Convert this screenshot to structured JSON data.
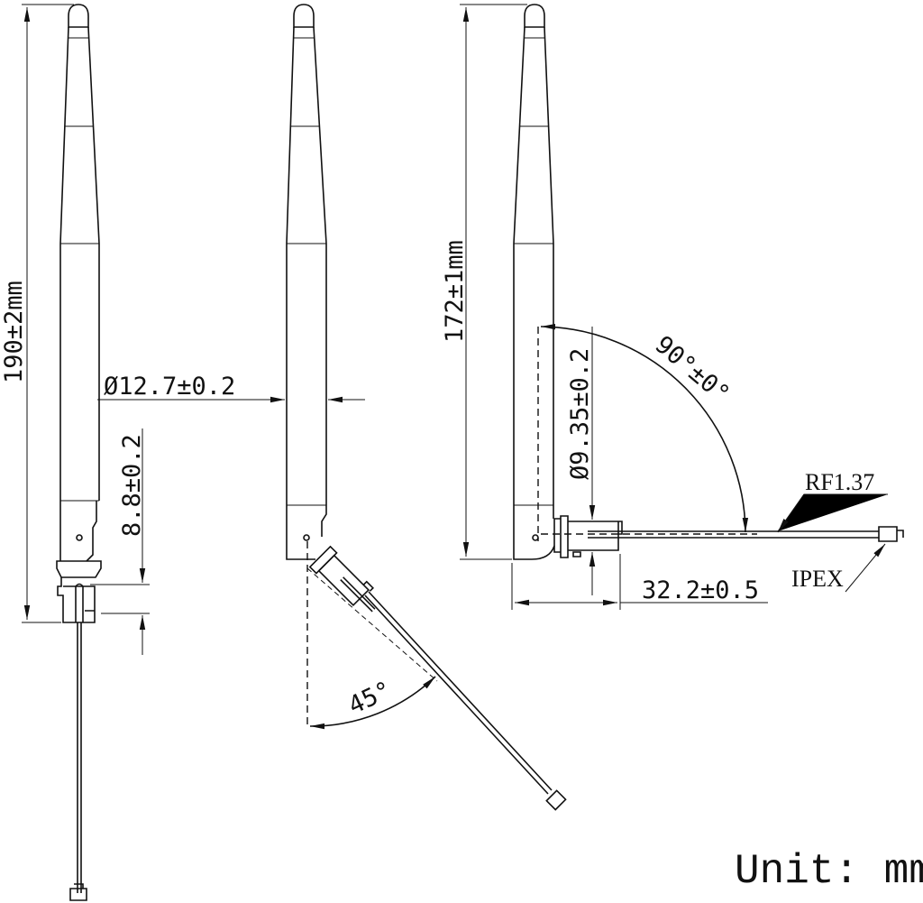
{
  "labels": {
    "overall_length": "190±2mm",
    "diameter": "Ø12.7±0.2",
    "base_height": "8.8±0.2",
    "bent_length": "172±1mm",
    "connector_diameter": "Ø9.35±0.2",
    "rotation_angle": "90°±0°",
    "tilt_angle": "45°",
    "cable": "RF1.37",
    "connector": "IPEX",
    "offset": "32.2±0.5",
    "unit": "Unit: mm"
  }
}
